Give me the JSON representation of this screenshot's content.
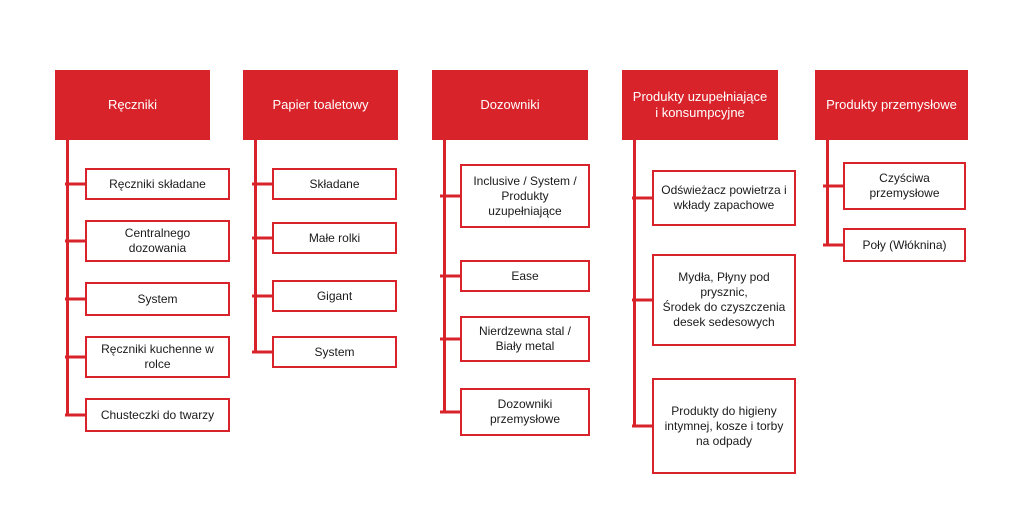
{
  "colors": {
    "accent_red": "#d9232a",
    "header_text": "#ffffff",
    "box_text": "#1a1a1a",
    "background": "#ffffff"
  },
  "diagram": {
    "type": "category-tree",
    "columns": [
      {
        "header": "Ręczniki",
        "children": [
          "Ręczniki składane",
          "Centralnego\ndozowania",
          "System",
          "Ręczniki kuchenne w\nrolce",
          "Chusteczki do twarzy"
        ]
      },
      {
        "header": "Papier toaletowy",
        "children": [
          "Składane",
          "Małe rolki",
          "Gigant",
          "System"
        ]
      },
      {
        "header": "Dozowniki",
        "children": [
          "Inclusive / System /\nProdukty uzupełniające",
          "Ease",
          "Nierdzewna stal /\nBiały metal",
          "Dozowniki\nprzemysłowe"
        ]
      },
      {
        "header": "Produkty uzupełniające\ni konsumpcyjne",
        "children": [
          "Odświeżacz powietrza i\nwkłady zapachowe",
          "Mydła, Płyny pod\nprysznic,\nŚrodek do czyszczenia\ndesek sedesowych",
          "Produkty do higieny\nintymnej, kosze i torby\nna odpady"
        ]
      },
      {
        "header": "Produkty przemysłowe",
        "children": [
          "Czyściwa\nprzemysłowe",
          "Poły (Włóknina)"
        ]
      }
    ]
  }
}
